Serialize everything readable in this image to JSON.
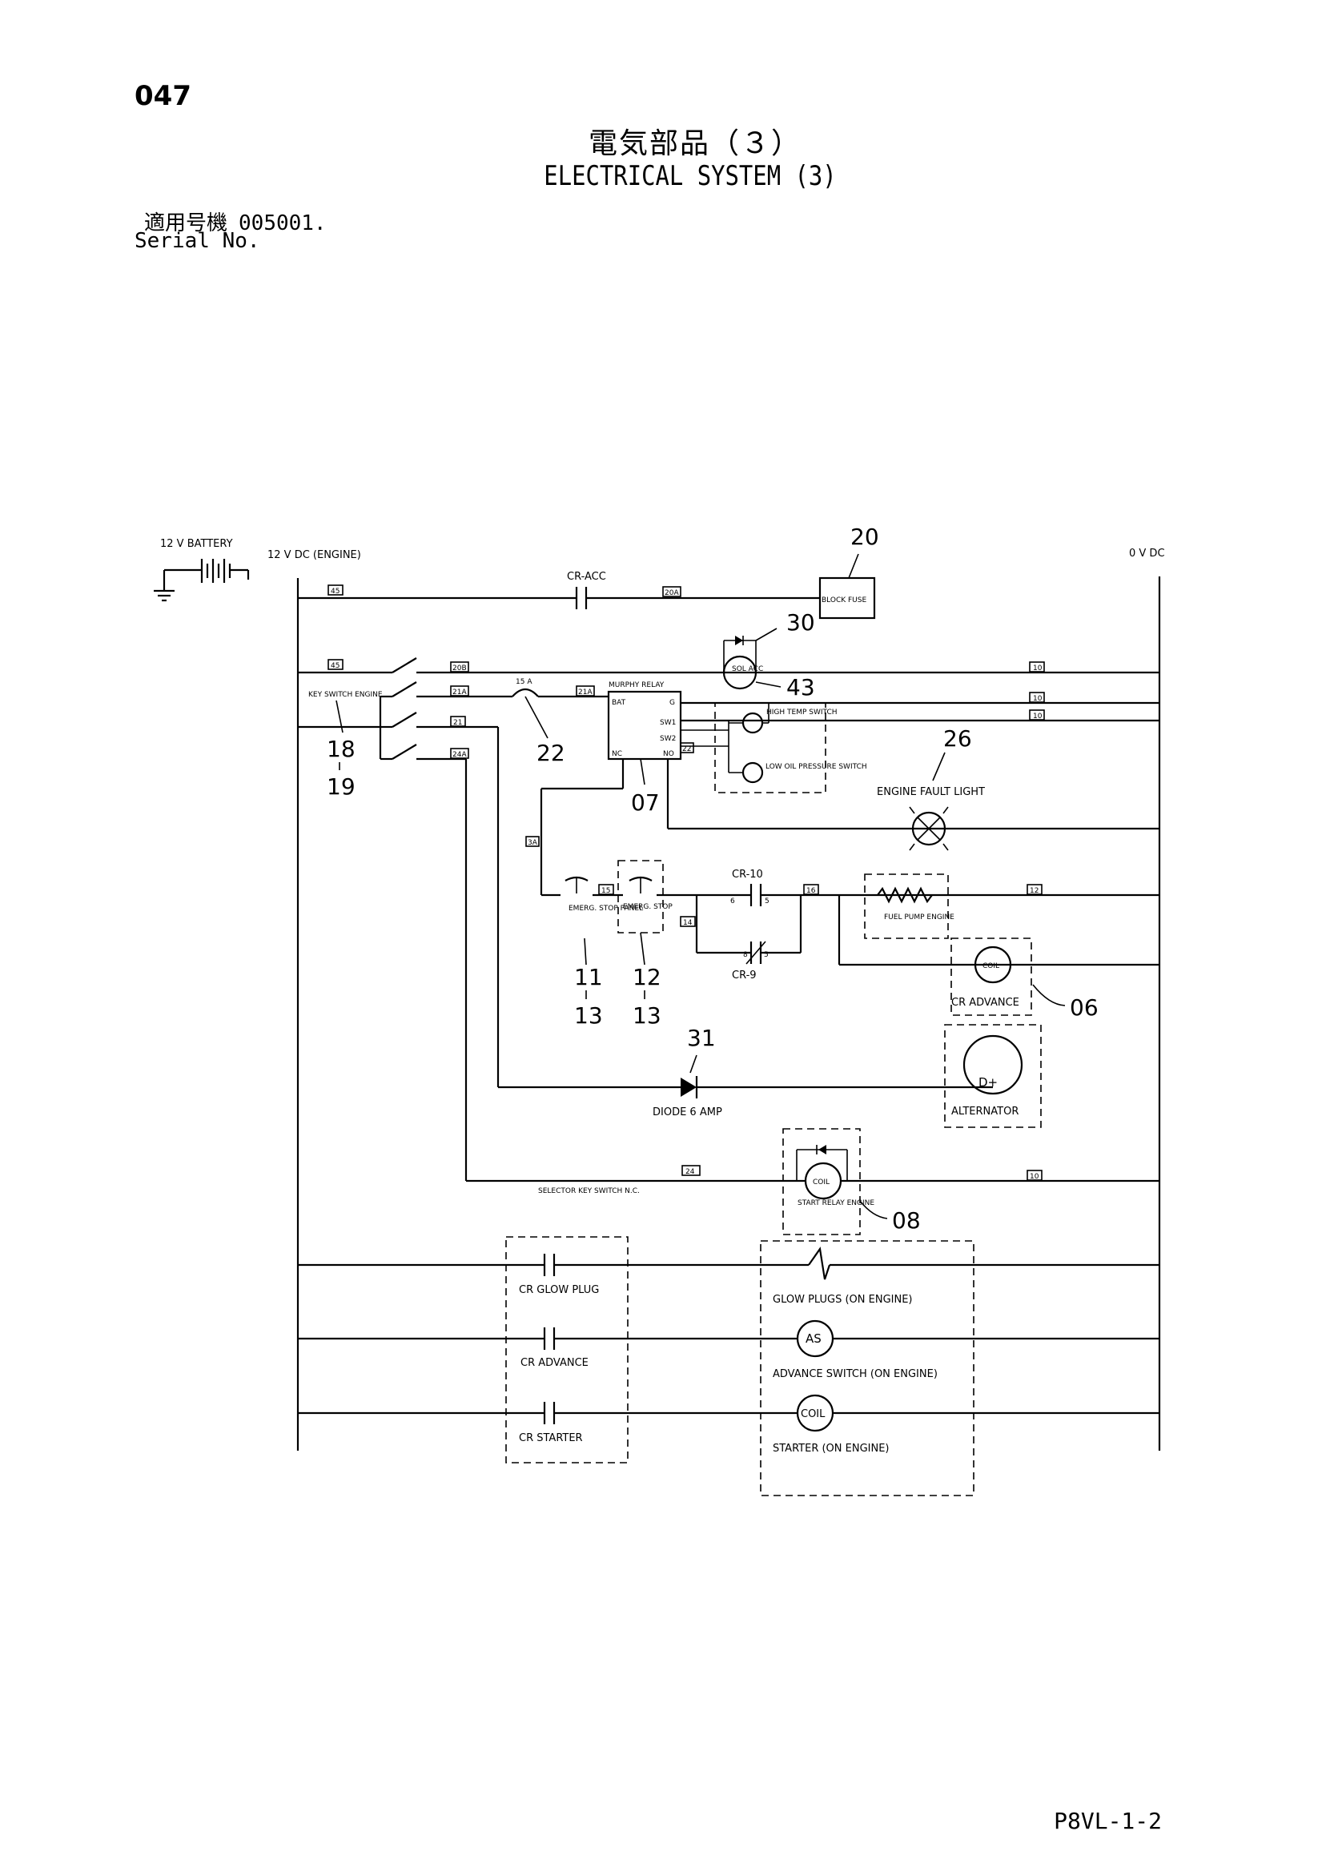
{
  "header": {
    "page_number": "047",
    "title_jp": "電気部品（３）",
    "title_en": "ELECTRICAL SYSTEM (3)",
    "serial_label_jp": "適用号機",
    "serial_number": "005001.",
    "serial_label_en": "Serial No."
  },
  "footer": {
    "drawing_code": "P8VL-1-2"
  },
  "diagram": {
    "power": {
      "battery": "12 V BATTERY",
      "supply": "12 V DC (ENGINE)",
      "ground": "0 V DC"
    },
    "wire_tags": {
      "w45a": "45",
      "w45b": "45",
      "w20a": "20A",
      "w20b": "20B",
      "w21a1": "21A",
      "w21a2": "21A",
      "w21": "21",
      "w24a": "24A",
      "w22": "22",
      "w3a": "3A",
      "w15": "15",
      "w14": "14",
      "w16": "16",
      "w24": "24",
      "w10a": "10",
      "w10b": "10",
      "w10c": "10",
      "w12": "12",
      "w10d": "10"
    },
    "components": {
      "cr_acc": "CR-ACC",
      "block_fuse": "BLOCK FUSE",
      "sol_acc": "SOL ACC",
      "fuse_15a": "15 A",
      "murphy_relay": "MURPHY RELAY",
      "bat": "BAT",
      "g": "G",
      "sw1": "SW1",
      "sw2": "SW2",
      "nc": "NC",
      "no": "NO",
      "high_temp_switch": "HIGH TEMP SWITCH",
      "low_oil_pressure_switch": "LOW OIL PRESSURE SWITCH",
      "key_switch_engine": "KEY SWITCH ENGINE",
      "engine_fault_light": "ENGINE FAULT LIGHT",
      "emerg_stop_panel": "EMERG. STOP PANEL",
      "emerg_stop": "EMERG. STOP",
      "cr10": "CR-10",
      "cr9": "CR-9",
      "pin6": "6",
      "pin5a": "5",
      "pin8": "8",
      "pin5b": "5",
      "fuel_pump_engine": "FUEL PUMP ENGINE",
      "coil": "COIL",
      "cr_advance_coil": "CR ADVANCE",
      "diode_6amp": "DIODE 6 AMP",
      "alternator": "ALTERNATOR",
      "d_plus": "D+",
      "selector_key_switch": "SELECTOR KEY SWITCH N.C.",
      "start_relay_engine": "START RELAY ENGINE",
      "cr_glow_plug": "CR GLOW PLUG",
      "cr_advance": "CR ADVANCE",
      "cr_starter": "CR STARTER",
      "glow_plugs_on_engine": "GLOW PLUGS (ON ENGINE)",
      "advance_switch_on_engine": "ADVANCE SWITCH (ON ENGINE)",
      "starter_on_engine": "STARTER (ON ENGINE)",
      "as": "AS",
      "coil_starter": "COIL"
    },
    "callouts": {
      "c20": "20",
      "c30": "30",
      "c43": "43",
      "c26": "26",
      "c18": "18",
      "c19": "19",
      "c22": "22",
      "c07": "07",
      "c11": "11",
      "c13a": "13",
      "c12": "12",
      "c13b": "13",
      "c06": "06",
      "c31": "31",
      "c08": "08"
    }
  }
}
